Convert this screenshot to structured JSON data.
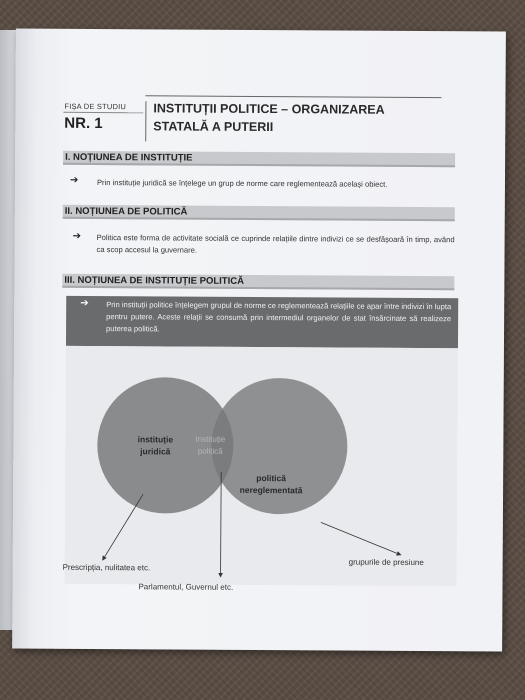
{
  "header": {
    "label": "FIȘA DE STUDIU",
    "number": "NR. 1",
    "title_line1": "INSTITUȚII POLITICE – ORGANIZAREA",
    "title_line2": "STATALĂ A PUTERII"
  },
  "sections": [
    {
      "heading": "I. NOȚIUNEA DE INSTITUȚIE",
      "text": "Prin instituție juridică se înțelege un grup de norme care reglementează același obiect."
    },
    {
      "heading": "II. NOȚIUNEA DE POLITICĂ",
      "text": "Politica este forma de activitate socială ce cuprinde relațiile dintre indivizi ce se desfășoară în timp, având ca scop accesul la guvernare."
    },
    {
      "heading": "III. NOȚIUNEA DE INSTITUȚIE POLITICĂ",
      "text": "Prin instituții politice înțelegem grupul de norme ce reglementează relațiile ce apar între indivizi în lupta pentru putere. Aceste relații se consumă prin intermediul organelor de stat însărcinate să realizeze puterea politică."
    }
  ],
  "diagram": {
    "left_circle_line1": "instituție",
    "left_circle_line2": "juridică",
    "overlap_line1": "Instituție",
    "overlap_line2": "politică",
    "right_circle_line1": "politică",
    "right_circle_line2": "nereglementată",
    "label_left": "Prescripția, nulitatea etc.",
    "label_center": "Parlamentul, Guvernul etc.",
    "label_right": "grupurile de presiune"
  },
  "colors": {
    "section_bar": "#c8c9cc",
    "dark_box": "#6a6b6d",
    "circle_fill": "#8a8b8d"
  }
}
